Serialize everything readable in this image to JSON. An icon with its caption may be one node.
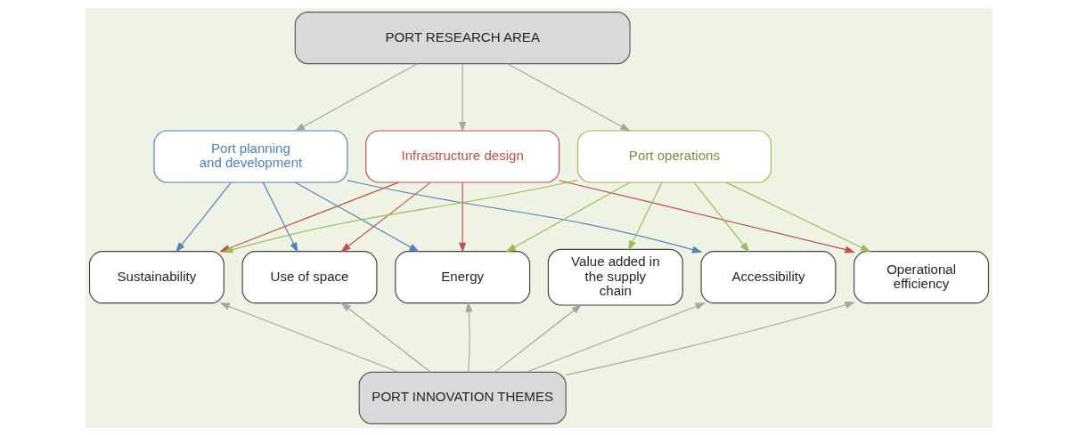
{
  "diagram": {
    "nodes": [
      {
        "text": [
          "PORT RESEARCH AREA"
        ]
      },
      {
        "text": [
          "Port planning and development"
        ]
      },
      {
        "text": [
          "Infrastructure design"
        ]
      },
      {
        "text": [
          "Port operations"
        ]
      },
      {
        "text": [
          "Sustainability"
        ]
      },
      {
        "text": [
          "Use of space"
        ]
      },
      {
        "text": [
          "Energy"
        ]
      },
      {
        "text": [
          "Value added in the supply chain"
        ]
      },
      {
        "text": [
          "Accessibility"
        ]
      },
      {
        "text": [
          "Operational efficiency"
        ]
      },
      {
        "text": [
          "PORT INNOVATION THEMES"
        ]
      }
    ],
    "edges": [
      {
        "from": 0,
        "to": 1,
        "arrow": "to"
      },
      {
        "from": 0,
        "to": 2,
        "arrow": "to"
      },
      {
        "from": 0,
        "to": 3,
        "arrow": "to"
      },
      {
        "from": 1,
        "to": 4,
        "arrow": "to",
        "color": "#4f81bd"
      },
      {
        "from": 1,
        "to": 5,
        "arrow": "to",
        "color": "#4f81bd"
      },
      {
        "from": 1,
        "to": 6,
        "arrow": "to",
        "color": "#4f81bd"
      },
      {
        "from": 1,
        "to": 8,
        "arrow": "to",
        "color": "#4f81bd"
      },
      {
        "from": 2,
        "to": 4,
        "arrow": "to",
        "color": "#c0504d"
      },
      {
        "from": 2,
        "to": 5,
        "arrow": "to",
        "color": "#c0504d"
      },
      {
        "from": 2,
        "to": 6,
        "arrow": "to",
        "color": "#c0504d"
      },
      {
        "from": 2,
        "to": 9,
        "arrow": "to",
        "color": "#c0504d"
      },
      {
        "from": 3,
        "to": 4,
        "arrow": "to",
        "color": "#9bbb59"
      },
      {
        "from": 3,
        "to": 6,
        "arrow": "to",
        "color": "#9bbb59"
      },
      {
        "from": 3,
        "to": 7,
        "arrow": "to",
        "color": "#9bbb59"
      },
      {
        "from": 3,
        "to": 8,
        "arrow": "to",
        "color": "#9bbb59"
      },
      {
        "from": 3,
        "to": 9,
        "arrow": "to",
        "color": "#9bbb59"
      },
      {
        "from": 10,
        "to": 4,
        "arrow": "to"
      },
      {
        "from": 10,
        "to": 5,
        "arrow": "to"
      },
      {
        "from": 10,
        "to": 6,
        "arrow": "to"
      },
      {
        "from": 10,
        "to": 7,
        "arrow": "to"
      },
      {
        "from": 10,
        "to": 8,
        "arrow": "to"
      },
      {
        "from": 10,
        "to": 9,
        "arrow": "to"
      }
    ]
  }
}
